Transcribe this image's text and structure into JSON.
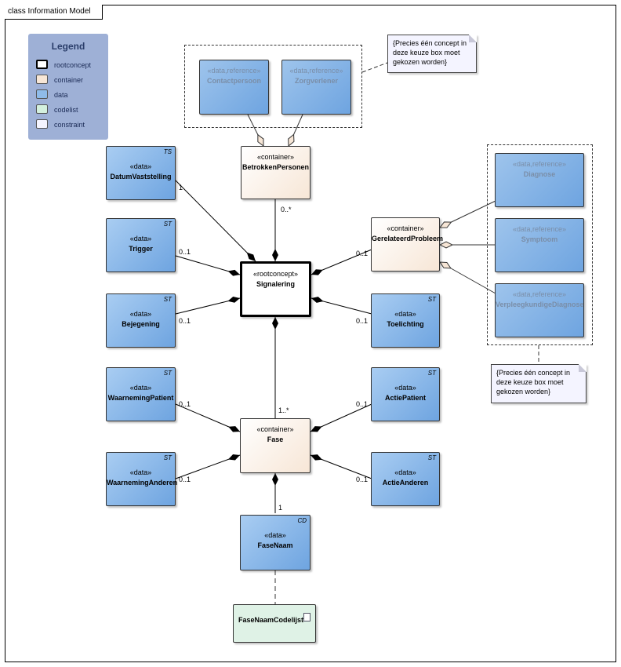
{
  "frame": {
    "title": "class Information Model"
  },
  "legend": {
    "title": "Legend",
    "items": [
      {
        "label": "rootconcept",
        "color": "#ffffff"
      },
      {
        "label": "container",
        "color": "#f7e6d6"
      },
      {
        "label": "data",
        "color": "#8fbbe9"
      },
      {
        "label": "codelist",
        "color": "#d4f0de"
      },
      {
        "label": "constraint",
        "color": "#f4f4ff"
      }
    ]
  },
  "nodes": {
    "contactpersoon": {
      "stereotype": "«data,reference»",
      "name": "Contactpersoon"
    },
    "zorgverlener": {
      "stereotype": "«data,reference»",
      "name": "Zorgverlener"
    },
    "betrokkenpersonen": {
      "stereotype": "«container»",
      "name": "BetrokkenPersonen"
    },
    "datumvaststelling": {
      "stereotype": "«data»",
      "name": "DatumVaststelling",
      "tag": "TS"
    },
    "trigger": {
      "stereotype": "«data»",
      "name": "Trigger",
      "tag": "ST"
    },
    "bejegening": {
      "stereotype": "«data»",
      "name": "Bejegening",
      "tag": "ST"
    },
    "signalering": {
      "stereotype": "«rootconcept»",
      "name": "Signalering"
    },
    "gerelateerdprobleem": {
      "stereotype": "«container»",
      "name": "GerelateerdProbleem"
    },
    "toelichting": {
      "stereotype": "«data»",
      "name": "Toelichting",
      "tag": "ST"
    },
    "diagnose": {
      "stereotype": "«data,reference»",
      "name": "Diagnose"
    },
    "symptoom": {
      "stereotype": "«data,reference»",
      "name": "Symptoom"
    },
    "verpleegkundigediagnose": {
      "stereotype": "«data,reference»",
      "name": "VerpleegkundigeDiagnose"
    },
    "waarnemingpatient": {
      "stereotype": "«data»",
      "name": "WaarnemingPatient",
      "tag": "ST"
    },
    "waarnemingan deren": {
      "stereotype": "«data»",
      "name": "WaarnemingAnderen",
      "tag": "ST"
    },
    "fase": {
      "stereotype": "«container»",
      "name": "Fase"
    },
    "actiepatient": {
      "stereotype": "«data»",
      "name": "ActiePatient",
      "tag": "ST"
    },
    "actieanderen": {
      "stereotype": "«data»",
      "name": "ActieAnderen",
      "tag": "ST"
    },
    "fasenaam": {
      "stereotype": "«data»",
      "name": "FaseNaam",
      "tag": "CD"
    },
    "fasenaamcodelijst": {
      "name": "FaseNaamCodelijst"
    }
  },
  "notes": {
    "top": "{Precies één concept in deze keuze box moet gekozen worden}",
    "right": "{Precies één concept in deze keuze box moet gekozen worden}"
  },
  "multiplicities": {
    "datumvaststelling": "1",
    "trigger": "0..1",
    "bejegening": "0..1",
    "betrokkenpersonen": "0..*",
    "gerelateerdprobleem": "0..1",
    "toelichting": "0..1",
    "fase": "1..*",
    "waarnemingpatient": "0..1",
    "waarnemingan deren": "0..1",
    "actiepatient": "0..1",
    "actieanderen": "0..1",
    "fasenaam": "1"
  }
}
